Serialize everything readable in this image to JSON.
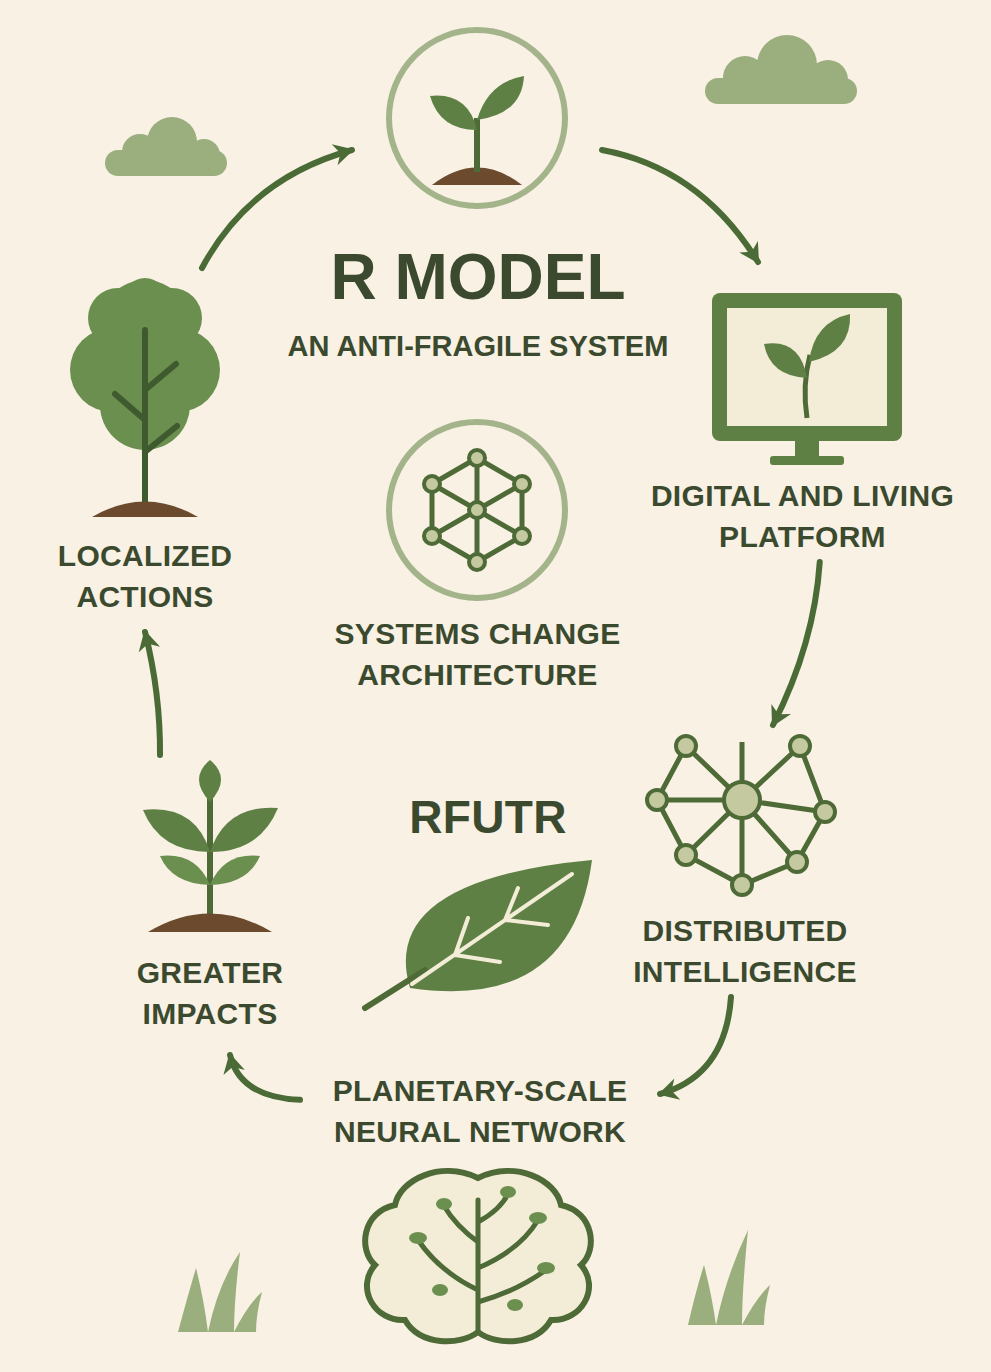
{
  "diagram": {
    "title": "R MODEL",
    "nodes": [
      {
        "text": [
          "DIGITAL AND LIVING PLATFORM"
        ]
      },
      {
        "text": [
          "DISTRIBUTED INTELLIGENCE"
        ]
      },
      {
        "text": [
          "PLANETARY-SCALE NEURAL NETWORK"
        ]
      },
      {
        "text": [
          "GREATER IMPACTS"
        ]
      },
      {
        "text": [
          "LOCALIZED ACTIONS"
        ]
      },
      {
        "text": [
          "SYSTEMS CHANGE ARCHITECTURE"
        ]
      },
      {
        "text": [
          "RFUTR"
        ]
      }
    ],
    "edges": [
      {
        "from": 0,
        "to": 1,
        "arrow": "to"
      },
      {
        "from": 1,
        "to": 2,
        "arrow": "to"
      },
      {
        "from": 2,
        "to": 3,
        "arrow": "to"
      },
      {
        "from": 3,
        "to": 4,
        "arrow": "to"
      }
    ],
    "labels": [
      "AN ANTI-FRAGILE SYSTEM"
    ]
  }
}
